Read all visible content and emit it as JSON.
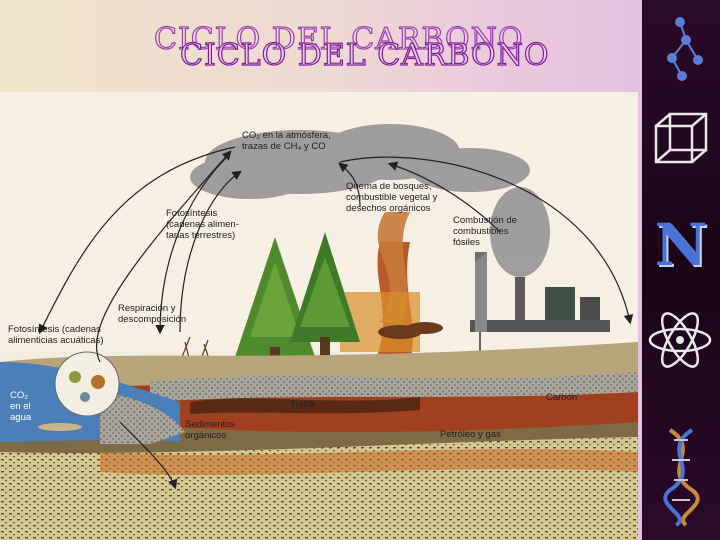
{
  "title": "CICLO DEL CARBONO",
  "labels": {
    "atmosphere": "CO₂ en la atmósfera,\ntrazas de CH₄ y CO",
    "burning": "Quema de bosques,\ncombustible vegetal y\ndesechos orgánicos",
    "photo_land": "Fotosíntesis\n(cadenas alimen-\ntarias terrestres)",
    "fossil": "Combustión de\ncombustibles\nfósiles",
    "respiration": "Respiración y\ndescomposición",
    "photo_water": "Fotosíntesis (cadenas\nalimenticias acuáticas)",
    "co2_water": "CO₂\nen el\nagua",
    "peat": "Turba",
    "coal": "Carbón",
    "sediments": "Sedimentos\norgánicos",
    "oil_gas": "Petróleo y gas"
  },
  "sidebar_icons": [
    "molecule-icon",
    "cube-icon",
    "nitrogen-letter-icon",
    "atom-icon",
    "dna-icon"
  ],
  "sidebar_letter": "N",
  "colors": {
    "title_stroke": "#7a1f96",
    "title_fill": "#f3c9f0",
    "sidebar_bg": "#1f0820",
    "sidebar_icon": "#5b7fd6",
    "arrow": "#222222"
  }
}
